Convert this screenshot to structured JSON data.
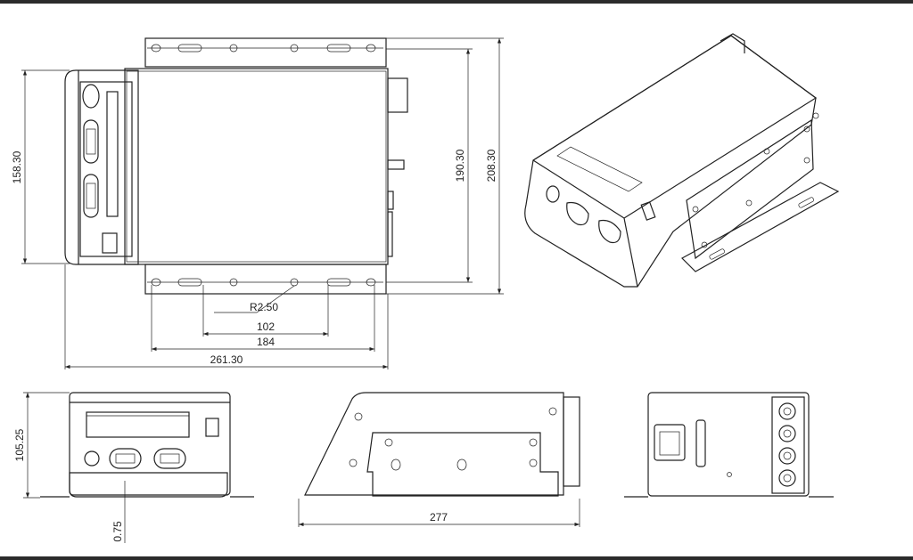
{
  "dimensions": {
    "top_view": {
      "height_front": "158.30",
      "inner_bracket_height": "190.30",
      "overall_bracket_height": "208.30",
      "hole_radius": "R2.50",
      "slot_spacing": "102",
      "hole_spacing": "184",
      "overall_length": "261.30"
    },
    "front_view": {
      "height": "105.25",
      "gap": "0.75"
    },
    "side_view": {
      "length": "277"
    }
  }
}
